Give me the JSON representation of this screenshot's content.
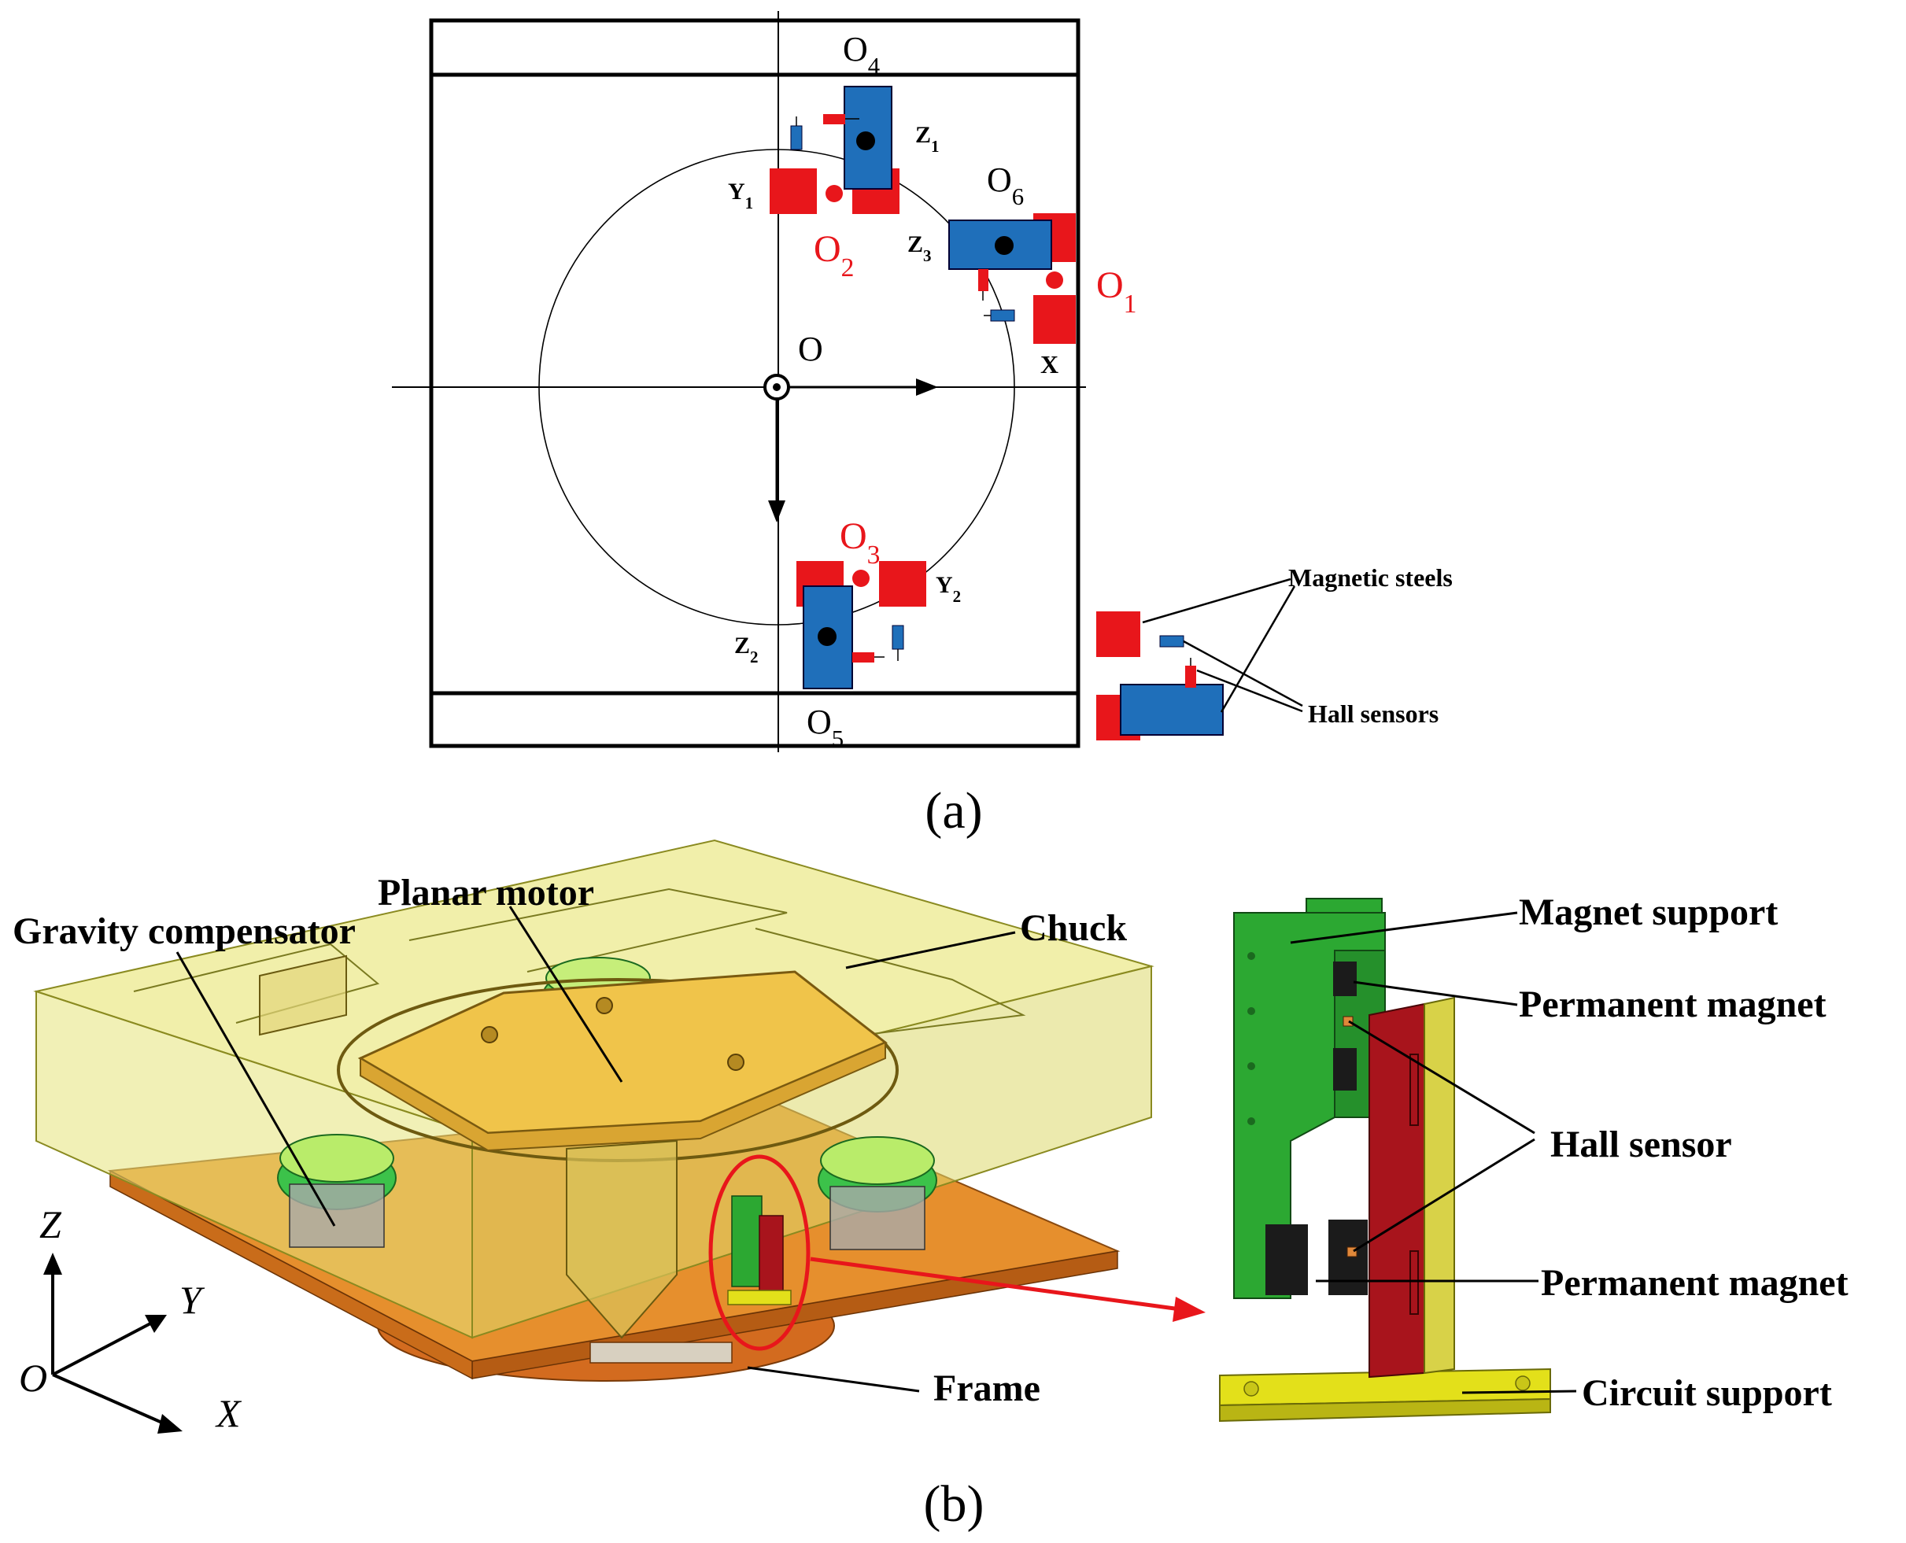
{
  "panel_a": {
    "caption": "(a)",
    "origins": {
      "O": "O",
      "O1": "O1",
      "O2": "O2",
      "O3": "O3",
      "O4": "O4",
      "O5": "O5",
      "O6": "O6"
    },
    "coil_labels": {
      "Z1": "Z1",
      "Z2": "Z2",
      "Z3": "Z3",
      "Y1": "Y1",
      "Y2": "Y2",
      "X": "X"
    },
    "legend": {
      "magnetic_steels": "Magnetic steels",
      "hall_sensors": "Hall sensors"
    },
    "colors": {
      "magnet_red": "#e8161b",
      "coil_blue": "#1f6fba",
      "origin_red": "#e8161b"
    }
  },
  "panel_b": {
    "caption": "(b)",
    "labels": {
      "planar_motor": "Planar motor",
      "gravity_compensator": "Gravity compensator",
      "chuck": "Chuck",
      "frame": "Frame",
      "magnet_support": "Magnet support",
      "permanent_magnet_top": "Permanent magnet",
      "hall_sensor": "Hall sensor",
      "permanent_magnet_bottom": "Permanent magnet",
      "circuit_support": "Circuit support"
    },
    "axes": {
      "z": "Z",
      "y": "Y",
      "x": "X",
      "o": "O"
    },
    "colors": {
      "chuck_yellow": "#e8e58a",
      "frame_orange": "#e08a2a",
      "green_part": "#2ca832",
      "red_part": "#a8141c",
      "yellow_base": "#e3e01a",
      "highlight_red": "#e8161b"
    }
  }
}
